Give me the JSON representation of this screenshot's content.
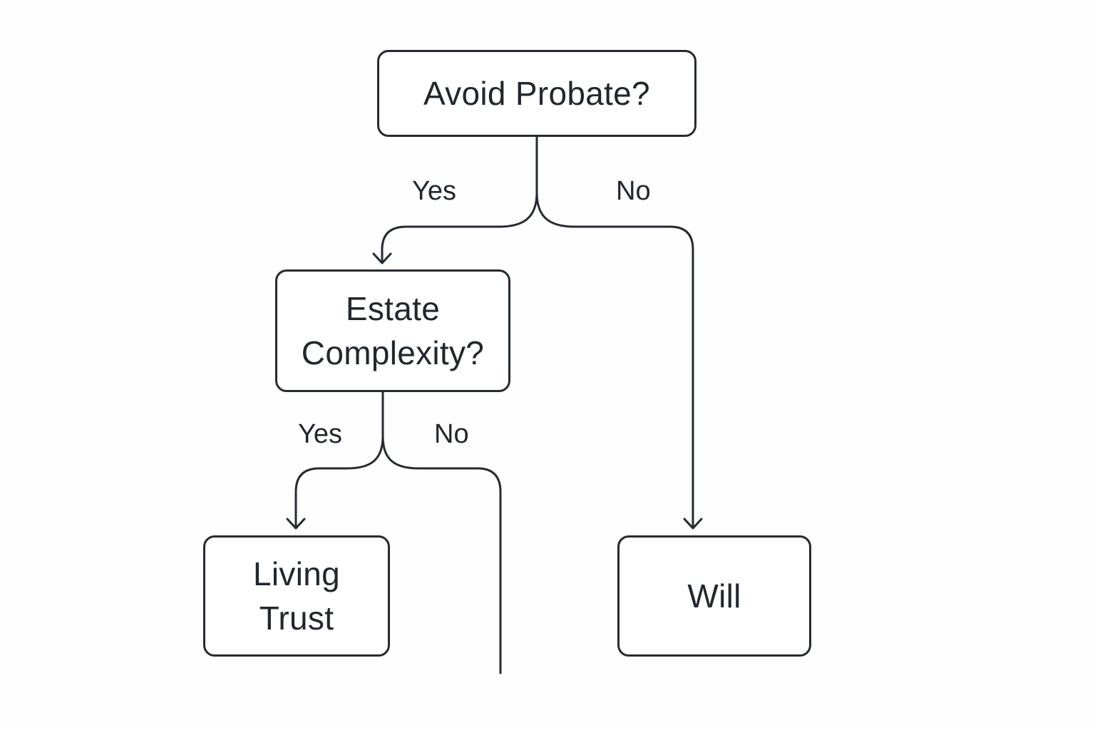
{
  "colors": {
    "stroke": "#262b31",
    "text": "#22272e",
    "background": "#fefefe"
  },
  "nodes": {
    "avoid_probate": {
      "lines": [
        "Avoid Probate?"
      ]
    },
    "estate_complexity": {
      "lines": [
        "Estate",
        "Complexity?"
      ]
    },
    "living_trust": {
      "lines": [
        "Living",
        "Trust"
      ]
    },
    "will": {
      "lines": [
        "Will"
      ]
    }
  },
  "edges": {
    "probate_yes": "Yes",
    "probate_no": "No",
    "complexity_yes": "Yes",
    "complexity_no": "No"
  }
}
